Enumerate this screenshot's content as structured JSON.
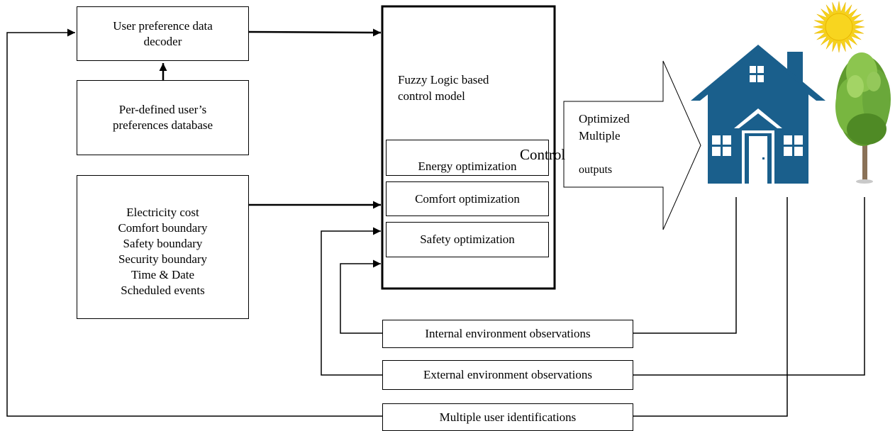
{
  "diagram": {
    "decoder": {
      "line1": "User preference data",
      "line2": "decoder"
    },
    "preferences_db": {
      "line1": "Per-defined user’s",
      "line2": "preferences database"
    },
    "constraints": [
      "Electricity cost",
      "Comfort boundary",
      "Safety boundary",
      "Security boundary",
      "Time & Date",
      "Scheduled events"
    ],
    "controller": {
      "title_line1": "Fuzzy Logic based",
      "title_line2": "control model",
      "energy": "Energy optimization",
      "comfort": "Comfort optimization",
      "safety": "Safety optimization"
    },
    "control_label": "Control",
    "output_arrow": {
      "line1": "Optimized",
      "line2": "Multiple",
      "line3": "outputs"
    },
    "observations": {
      "internal": "Internal environment observations",
      "external": "External environment observations",
      "users": "Multiple user identifications"
    },
    "icons": [
      "house-icon",
      "sun-icon",
      "tree-icon"
    ],
    "colors": {
      "house": "#1a5f8c",
      "sun": "#f6d21c",
      "tree": "#6aa83a"
    }
  }
}
